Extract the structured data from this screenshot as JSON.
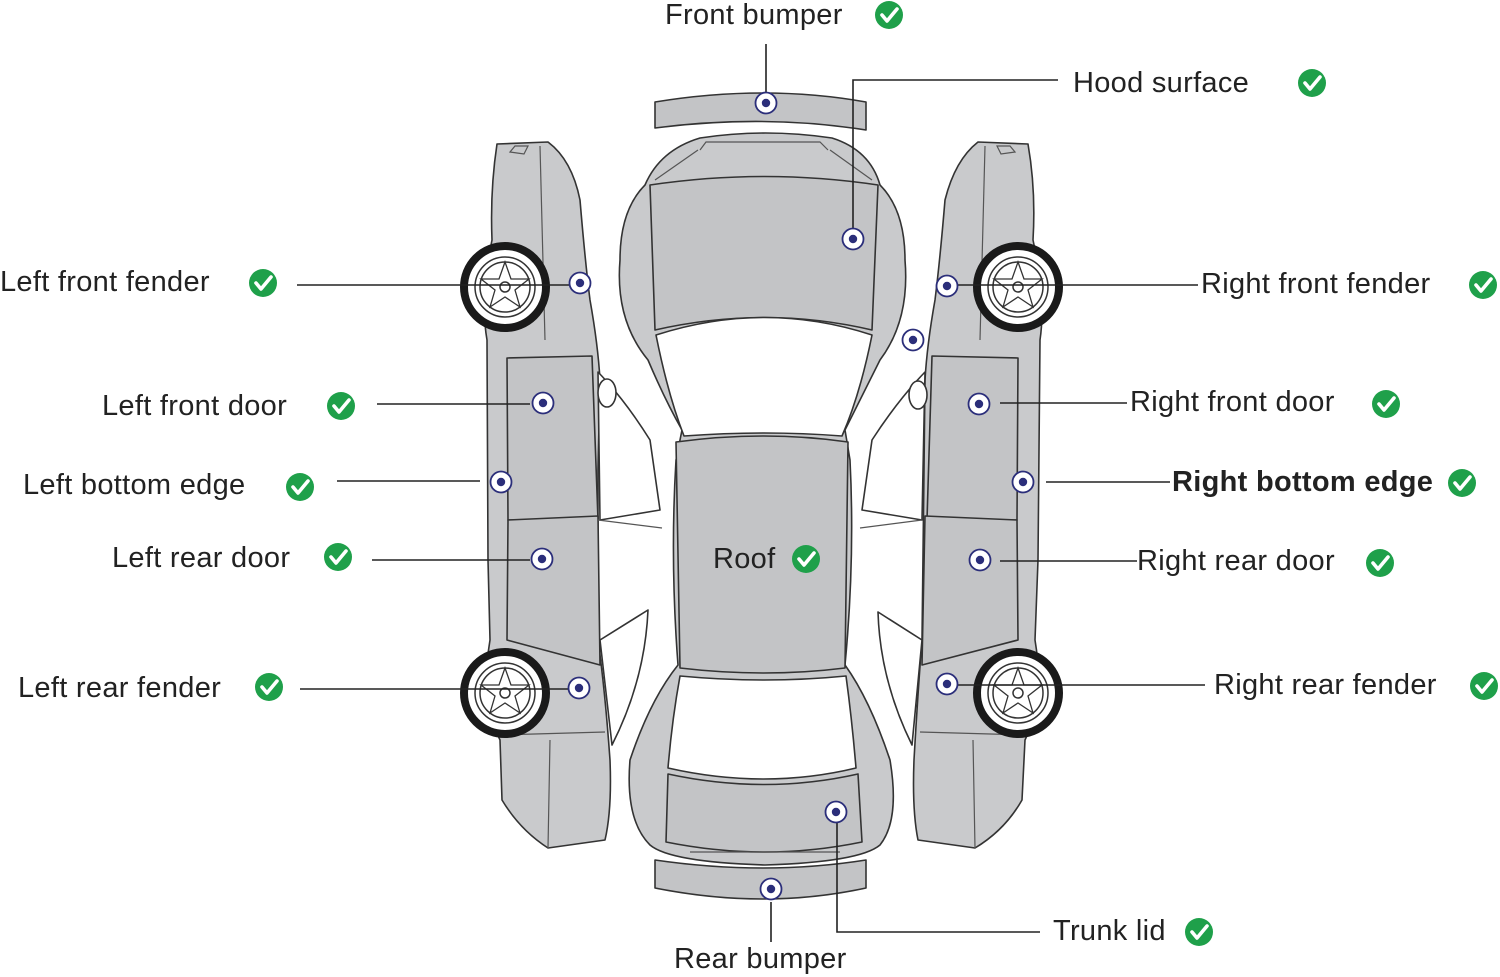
{
  "labels": {
    "front_bumper": "Front bumper",
    "hood_surface": "Hood surface",
    "left_front_fender": "Left front fender",
    "right_front_fender": "Right front fender",
    "left_front_door": "Left front door",
    "right_front_door": "Right front door",
    "left_bottom_edge": "Left bottom edge",
    "right_bottom_edge": "Right bottom edge",
    "left_rear_door": "Left rear door",
    "right_rear_door": "Right rear door",
    "roof": "Roof",
    "left_rear_fender": "Left rear fender",
    "right_rear_fender": "Right rear fender",
    "trunk_lid": "Trunk lid",
    "rear_bumper": "Rear bumper"
  },
  "colors": {
    "check_green": "#1fa04a",
    "marker_blue": "#2b2e7a",
    "body_gray": "#c9cacc"
  },
  "icons": {
    "check": "check-circle-icon",
    "marker": "inspection-point-icon"
  }
}
